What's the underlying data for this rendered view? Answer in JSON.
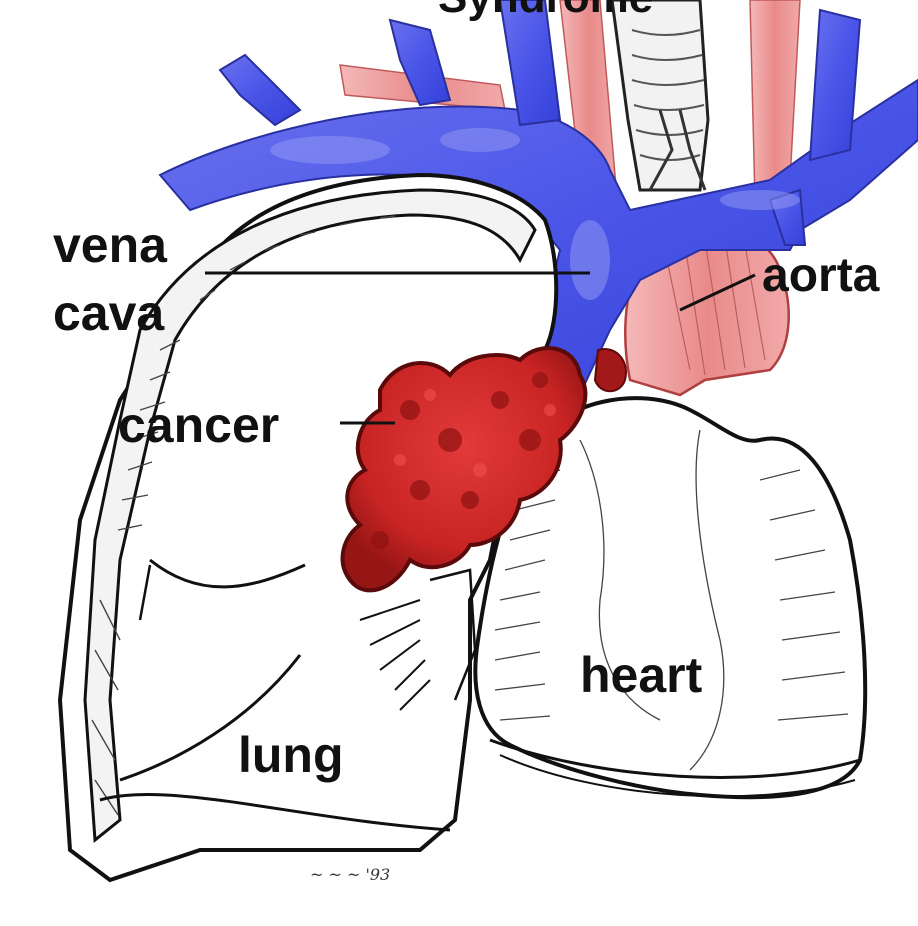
{
  "title_fragment": "Syndrome",
  "labels": {
    "vena_line1": "vena",
    "vena_line2": "cava",
    "aorta": "aorta",
    "cancer": "cancer",
    "heart": "heart",
    "lung": "lung"
  },
  "colors": {
    "vein": "#4a55e8",
    "vein_light": "#8f95f2",
    "artery": "#e98a8a",
    "artery_light": "#f5c2c2",
    "cancer": "#c92424",
    "cancer_dark": "#8e1212",
    "ink": "#111111"
  }
}
